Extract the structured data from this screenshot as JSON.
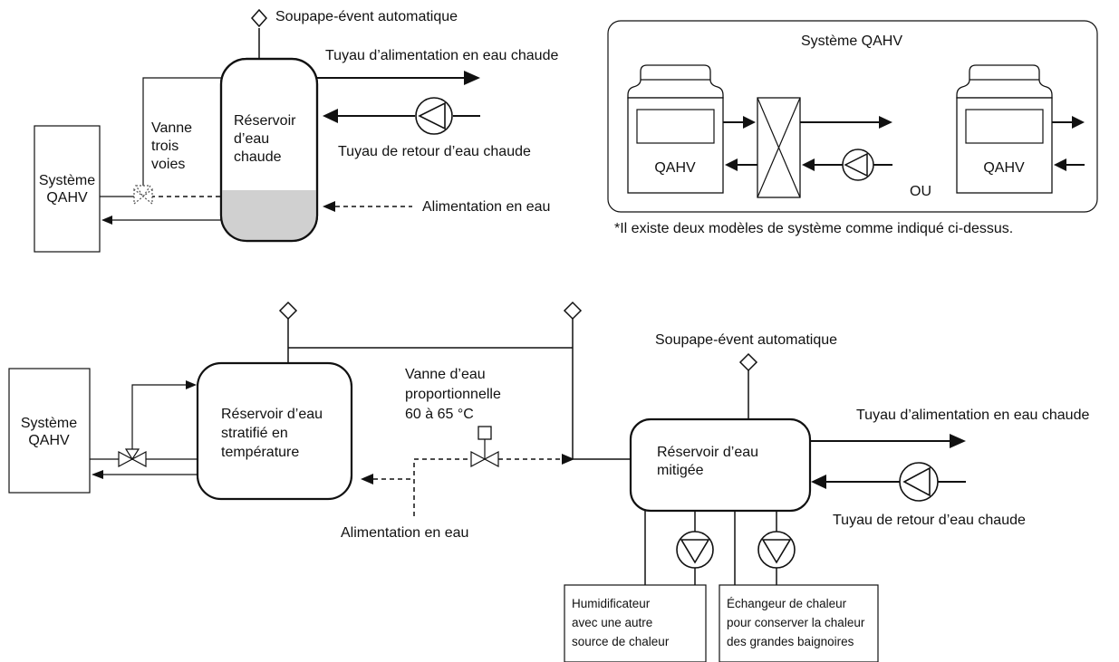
{
  "top": {
    "air_vent": "Soupape-évent automatique",
    "supply_pipe": "Tuyau d’alimentation en eau chaude",
    "return_pipe": "Tuyau de retour d’eau chaude",
    "water_supply": "Alimentation en eau",
    "valve": [
      "Vanne",
      "trois",
      "voies"
    ],
    "tank": [
      "Réservoir",
      "d’eau",
      "chaude"
    ],
    "system": [
      "Système",
      "QAHV"
    ]
  },
  "panel": {
    "title": "Système QAHV",
    "unit_left": "QAHV",
    "unit_right": "QAHV",
    "or": "OU",
    "note": "*Il existe deux modèles de système comme indiqué ci-dessus."
  },
  "bottom": {
    "system": [
      "Système",
      "QAHV"
    ],
    "stratified_tank": [
      "Réservoir d’eau",
      "stratifié en",
      "température"
    ],
    "valve": [
      "Vanne d’eau",
      "proportionnelle",
      "60 à 65 °C"
    ],
    "water_supply": "Alimentation en eau",
    "air_vent": "Soupape-évent automatique",
    "mixed_tank": [
      "Réservoir d’eau",
      "mitigée"
    ],
    "supply_pipe": "Tuyau d’alimentation en eau chaude",
    "return_pipe": "Tuyau de retour d’eau chaude",
    "humidifier": [
      "Humidificateur",
      "avec une autre",
      "source de chaleur"
    ],
    "exchanger": [
      "Échangeur de chaleur",
      "pour conserver la chaleur",
      "des grandes baignoires"
    ]
  }
}
